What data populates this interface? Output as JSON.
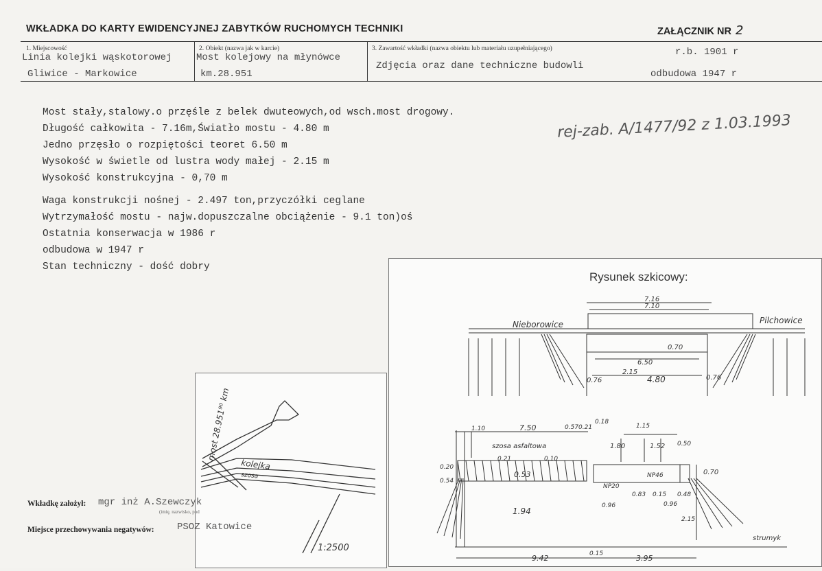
{
  "header": {
    "title": "WKŁADKA DO KARTY EWIDENCYJNEJ ZABYTKÓW RUCHOMYCH TECHNIKI",
    "attachment_label": "ZAŁĄCZNIK NR",
    "attachment_number": "2"
  },
  "fields": {
    "f1_label": "1. Miejscowość",
    "f1_line1": "Linia kolejki wąskotorowej",
    "f1_line2": "Gliwice - Markowice",
    "f2_label": "2. Obiekt (nazwa jak w karcie)",
    "f2_line1": "Most kolejowy na młynówce",
    "f2_line2": "km.28.951",
    "f3_label": "3. Zawartość wkładki (nazwa obiektu lub materiału uzupełniającego)",
    "f3_line1": "Zdjęcia oraz dane techniczne budowli",
    "year_built": "r.b.  1901 r",
    "rebuilt": "odbudowa 1947 r"
  },
  "body_lines": [
    "Most stały,stalowy.o przęśle z belek dwuteowych,od wsch.most drogowy.",
    "Długość całkowita - 7.16m,Światło mostu - 4.80 m",
    "Jedno przęsło o rozpiętości teoret 6.50 m",
    "Wysokość w świetle od lustra wody małej - 2.15 m",
    "Wysokość konstrukcyjna - 0,70 m",
    "Waga konstrukcji nośnej - 2.497 ton,przyczółki ceglane",
    "Wytrzymałość mostu - najw.dopuszczalne obciążenie - 9.1 ton)oś",
    "Ostatnia konserwacja w 1986 r",
    "odbudowa w 1947 r",
    "Stan techniczny - dość dobry"
  ],
  "registry_note": "rej-zab. A/1477/92  z 1.03.1993",
  "map": {
    "bridge_label": "most 28.951⁹⁰ km",
    "rail_label": "kolejka",
    "road_label": "szosa",
    "scale": "1:2500"
  },
  "sketch": {
    "title": "Rysunek szkicowy:",
    "left_place": "Nieborowice",
    "right_place": "Pilchowice",
    "dims_top": [
      "7.16",
      "7.10",
      "0.70",
      "6.50",
      "2.15",
      "4.80",
      "0.76",
      "0.76"
    ],
    "dims_section": [
      "1.10",
      "7.50",
      "0.57",
      "0.21",
      "0.18",
      "1.15",
      "1.80",
      "1.52",
      "0.50",
      "0.20",
      "0.21",
      "0.10",
      "0.53",
      "0.54",
      "0.70",
      "NP20",
      "NP46",
      "0.83",
      "0.15",
      "0.48",
      "0.96",
      "0.96",
      "1.94",
      "2.15",
      "9.42",
      "0.15",
      "3.95"
    ],
    "road_label": "szosa asfaltowa",
    "stream_label": "strumyk"
  },
  "footer": {
    "founder_label": "Wkładkę założył:",
    "founder_value": "mgr inż A.Szewczyk",
    "founder_sub": "(imię, nazwisko, pod",
    "storage_label": "Miejsce przechowywania negatywów:",
    "storage_value": "PSOZ Katowice"
  }
}
